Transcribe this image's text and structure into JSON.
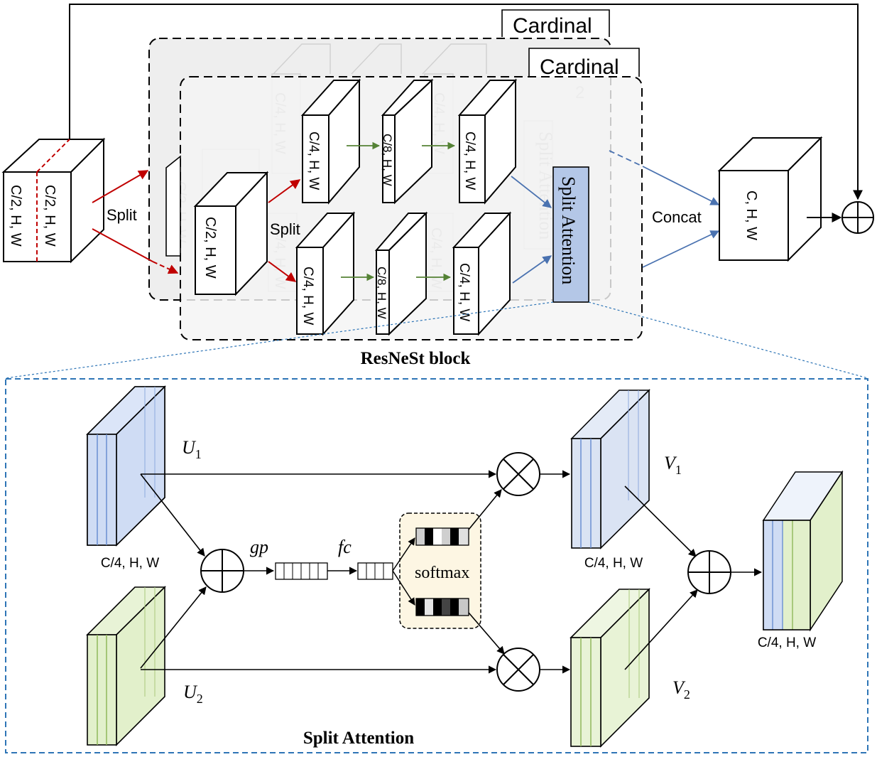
{
  "top": {
    "cardinal_back": "Cardinal",
    "cardinal_front": "Cardinal",
    "cardinal_ghost_num": "2",
    "input_left": "C/2, H, W",
    "input_right": "C/2, H, W",
    "split_outer": "Split",
    "inner_cube": "C/2, H, W",
    "split_inner": "Split",
    "top_row": [
      "C/4, H, W",
      "C/8, H, W",
      "C/4, H, W"
    ],
    "bottom_row": [
      "C/4, H, W",
      "C/8, H, W",
      "C/4, H, W"
    ],
    "split_attention": "Split Attention",
    "concat": "Concat",
    "output": "C, H, W",
    "block_caption": "ResNeSt block"
  },
  "bottom": {
    "u1": "U",
    "u1_sub": "1",
    "u2": "U",
    "u2_sub": "2",
    "v1": "V",
    "v1_sub": "1",
    "v2": "V",
    "v2_sub": "2",
    "gp": "gp",
    "fc": "fc",
    "softmax": "softmax",
    "u1_dim": "C/4, H, W",
    "v1_dim": "C/4, H, W",
    "out_dim": "C/4, H, W",
    "caption": "Split Attention"
  },
  "colors": {
    "blue_fill": "#cfdcf4",
    "green_fill": "#e2f0cb",
    "sa_box": "#b4c7e7",
    "red_arrow": "#c00000",
    "green_arrow": "#548235",
    "blue_arrow": "#4a72b0",
    "panel_border": "#2e75b6",
    "softmax_bg": "#fdf6e3"
  }
}
